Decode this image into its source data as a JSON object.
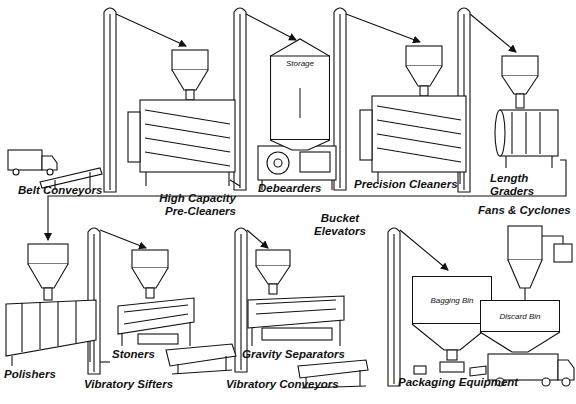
{
  "diagram": {
    "nodes": [
      {
        "text": [
          "Storage"
        ]
      },
      {
        "text": [
          "Bagging Bin"
        ]
      },
      {
        "text": [
          "Discard Bin"
        ]
      }
    ],
    "labels": [
      "Belt Conveyors",
      "High Capacity Pre-Cleaners",
      "Debearders",
      "Precision Cleaners",
      "Length Graders",
      "Fans & Cyclones",
      "Bucket Elevators",
      "Polishers",
      "Stoners",
      "Vibratory Sifters",
      "Gravity Separators",
      "Vibratory Conveyors",
      "Packaging Equipment"
    ]
  }
}
